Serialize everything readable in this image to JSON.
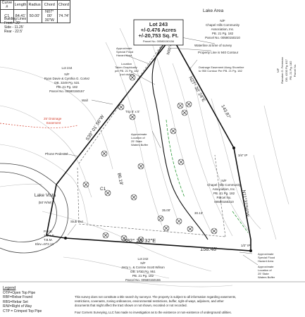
{
  "curve_table": {
    "headers": [
      "Curve #",
      "Length",
      "Radius",
      "Chord",
      "Chord"
    ],
    "row": [
      "C1",
      "84.41'",
      "50.00'",
      "N07° 00' 30\"W",
      "74.74'"
    ]
  },
  "building_lines": {
    "title": "Building Lines",
    "lines": [
      "Front - 20'",
      "Side - 11.25'",
      "Rear - 22.5'"
    ]
  },
  "lot_box": {
    "lot": "Lot 243",
    "acres": "+/-0.476 Acres",
    "sqft": "+/-20,753 Sq. Ft.",
    "parcel": "Parcel No. 00580150156"
  },
  "lake_area": "Lake Area",
  "community_north": {
    "lines": [
      "N/F",
      "Chapel Hills Community",
      "Association, Inc.",
      "PB. 21 Pg. 182",
      "Parcel No. 00580150210"
    ]
  },
  "lot_244": {
    "lines": [
      "Lot 244",
      "N/F",
      "Ryan Davie & Cynthia G. Cortez",
      "DB. 3249 Pg. 531",
      "PB. 21 Pg. 182",
      "Parcel No. 00580150157"
    ]
  },
  "community_east": {
    "lines": [
      "N/F",
      "Chapel Hills Community",
      "Association, Inc.",
      "PB. 21 Pg. 182",
      "Parcel No.",
      "00580150210"
    ]
  },
  "lot_242": {
    "lines": [
      "Lot 242",
      "N/F",
      "Jerry L. & Corrine Scott Wilson",
      "DB. 1730 Pg. 951",
      "PB. 21 Pg. 182",
      "Parcel No. 00580150155"
    ]
  },
  "far_right": {
    "lines": [
      "N/F",
      "Ramdon G. Freeman",
      "DB. 4200 Pg. 817",
      "PB. 21 Pg. 182",
      "Parcel No."
    ]
  },
  "callouts": {
    "special_flood": [
      "Approximate",
      "Special Flood",
      "Hazard Area"
    ],
    "waterline": "Waterline at time of survey",
    "property_line": "Property Line is 940 Contour",
    "location": [
      "Location",
      "Taken Graphically",
      "per PB. 21 Pg. 182",
      "(not visible)"
    ],
    "drainage": [
      "Drainage Easement Along Shoreline",
      "to 950 Contour Per PB. 21 Pg. 182"
    ],
    "wall": "Wall",
    "drainage_easement": [
      "25' Drainage",
      "Easement"
    ],
    "buffer": [
      "Approximate",
      "Location of",
      "25' State",
      "Waters Buffer"
    ],
    "phone": "Phone Pedestal",
    "stub_out": "Stub Out",
    "pob": [
      "P.O.B.",
      "1/2\" I.P.",
      "T.B.M.",
      "Elev.=972.12"
    ],
    "flood_bottom": [
      "Approximate",
      "Special Flood",
      "Hazard Area"
    ],
    "buffer_bottom": [
      "Approximate",
      "Location of",
      "25' State",
      "Waters Buffer"
    ],
    "trip": "Trip 5' x 5'",
    "lake_vista": "Lake Vista",
    "lake_vista_rw": "(50' R/W)"
  },
  "bearings": {
    "north_top": "N00°40'52\"W",
    "n27": "N27° 30' 24\"E",
    "west_side": "S39° 01' 56\"W",
    "west_dist": "86.19'",
    "east_dist": "143.87'",
    "east_side": "N11°37'56\"W",
    "south": "S82° 28' 32\"E",
    "south_dist": "158.48'",
    "c1": "C1",
    "inner_dist": "35.00'",
    "inner_dist2": "30.13'",
    "iron_ne": "3/4\" IP",
    "iron_se": "1/2\" IP"
  },
  "legend": {
    "title": "Legend",
    "items": [
      "OTP=Open Top Pipe",
      "RBF=Rebar Found",
      "RBS=Rebar Set",
      "R/W=Right of Way",
      "CTP = Crimped Top Pipe"
    ]
  },
  "notes": [
    "This survey does not constitute a title search by surveyor. The property is subject to all information regarding easements,",
    "restrictions, covenants, zoning ordinances, environmental restrictions, buffer, right-of-ways, adjoiners, and other",
    "documents that might affect the tract shown or not shown, recorded or not recorded.",
    "Four Corners Surveying, LLC has made no investigation as to the existence or non-existence of underground utilities."
  ],
  "colors": {
    "drainage_red": "#d23b2a",
    "buffer_green": "#2e9a3a",
    "contour_gray": "#b9b9b9"
  }
}
